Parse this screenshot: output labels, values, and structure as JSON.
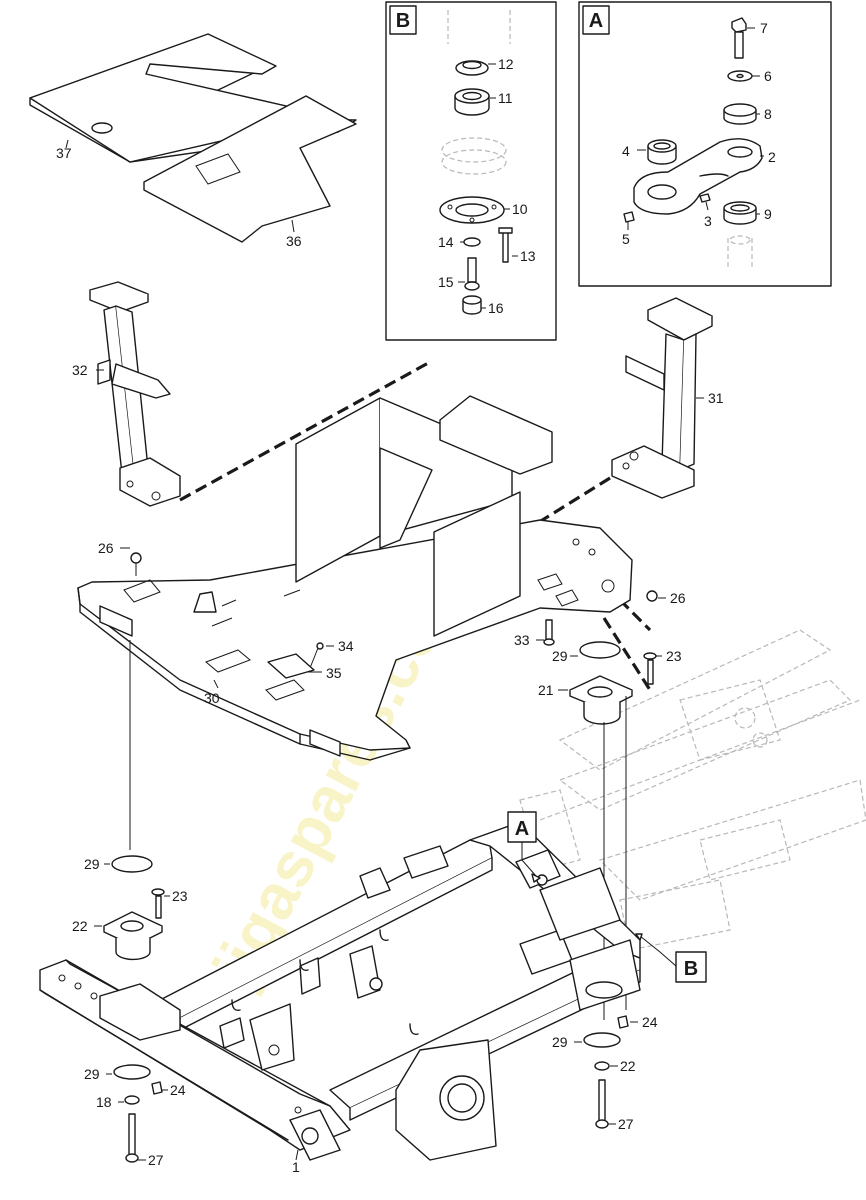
{
  "watermark": "jigaspares.co.uk",
  "box_a": {
    "title": "A",
    "parts": [
      "7",
      "6",
      "8",
      "4",
      "2",
      "3",
      "9",
      "5"
    ]
  },
  "box_b": {
    "title": "B",
    "parts": [
      "12",
      "11",
      "10",
      "14",
      "13",
      "15",
      "16"
    ]
  },
  "callouts": {
    "A_main": "A",
    "B_main": "B"
  },
  "labels": {
    "p37": "37",
    "p36": "36",
    "p32": "32",
    "p31": "31",
    "p26a": "26",
    "p26b": "26",
    "p34": "34",
    "p35": "35",
    "p30": "30",
    "p33": "33",
    "p29a": "29",
    "p23a": "23",
    "p21": "21",
    "p29b": "29",
    "p23b": "23",
    "p22a": "22",
    "p29c": "29",
    "p24a": "24",
    "p18": "18",
    "p27a": "27",
    "p1": "1",
    "p24b": "24",
    "p29d": "29",
    "p22b": "22",
    "p27b": "27",
    "b12": "12",
    "b11": "11",
    "b10": "10",
    "b14": "14",
    "b13": "13",
    "b15": "15",
    "b16": "16",
    "a7": "7",
    "a6": "6",
    "a8": "8",
    "a4": "4",
    "a2": "2",
    "a3": "3",
    "a9": "9",
    "a5": "5"
  },
  "colors": {
    "ink": "#1a1a1a",
    "ghost": "#b8b8b8",
    "watermark": "#f3ec9c",
    "background": "#ffffff"
  }
}
